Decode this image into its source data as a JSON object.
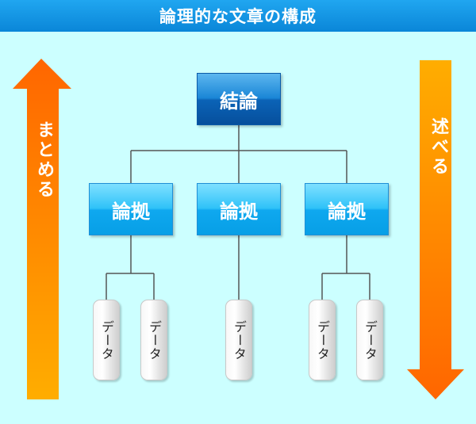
{
  "title": "論理的な文章の構成",
  "left_arrow": {
    "label": "まとめる"
  },
  "right_arrow": {
    "label": "述べる"
  },
  "conclusion": {
    "label": "結論"
  },
  "reasons": [
    {
      "label": "論拠"
    },
    {
      "label": "論拠"
    },
    {
      "label": "論拠"
    }
  ],
  "data_items": [
    {
      "label": "データ"
    },
    {
      "label": "データ"
    },
    {
      "label": "データ"
    },
    {
      "label": "データ"
    },
    {
      "label": "データ"
    }
  ],
  "colors": {
    "title_bar": "#1a9be6",
    "background": "#ccffff",
    "conclusion_box": "#1a6fc0",
    "reason_box": "#2cbdf5",
    "arrow_dark": "#ff6600",
    "arrow_light": "#ffad00",
    "connector": "#555555"
  }
}
